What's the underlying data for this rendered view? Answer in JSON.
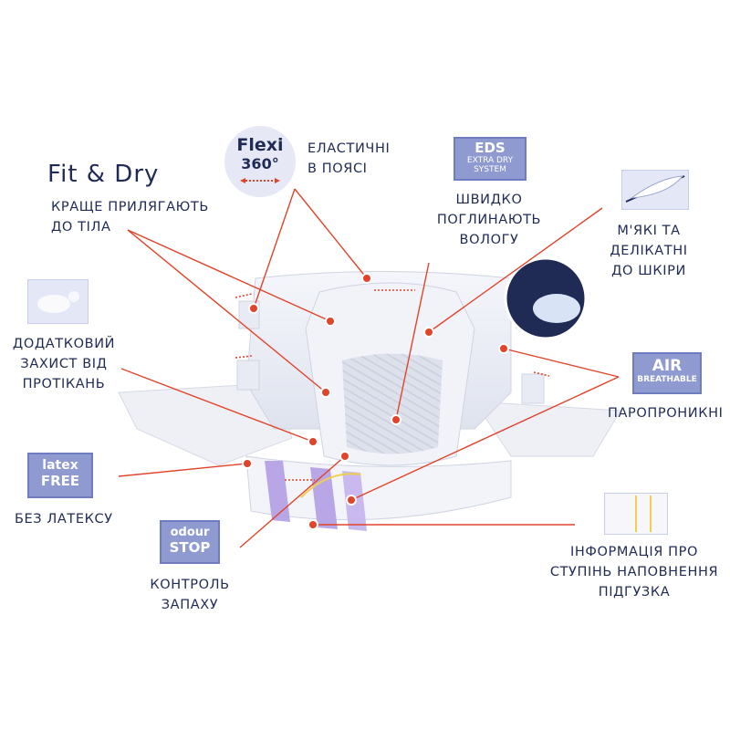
{
  "brand": {
    "fit": "Fit",
    "amp": "&",
    "dry": "Dry"
  },
  "badges": {
    "flexi": {
      "line1": "Flexi",
      "line2": "360°"
    },
    "eds": {
      "line1": "EDS",
      "line2": "EXTRA DRY",
      "line3": "SYSTEM"
    },
    "air": {
      "line1": "AIR",
      "line2": "BREATHABLE"
    },
    "latex": {
      "line1": "latex",
      "line2": "FREE"
    },
    "odour": {
      "line1": "odour",
      "line2": "STOP"
    }
  },
  "labels": {
    "fit": [
      "КРАЩЕ ПРИЛЯГАЮТЬ",
      "ДО ТІЛА"
    ],
    "elastic": [
      "ЕЛАСТИЧНІ",
      "В ПОЯСІ"
    ],
    "absorb": [
      "ШВИДКО",
      "ПОГЛИНАЮТЬ",
      "ВОЛОГУ"
    ],
    "soft": [
      "М'ЯКІ ТА",
      "ДЕЛІКАТНІ",
      "ДО ШКІРИ"
    ],
    "leak": [
      "ДОДАТКОВИЙ",
      "ЗАХИСТ ВІД",
      "ПРОТІКАНЬ"
    ],
    "breathable": "ПАРОПРОНИКНІ",
    "latex": "БЕЗ ЛАТЕКСУ",
    "odour": [
      "КОНТРОЛЬ",
      "ЗАПАХУ"
    ],
    "indicator": [
      "ІНФОРМАЦІЯ ПРО",
      "СТУПІНЬ НАПОВНЕННЯ",
      "ПІДГУЗКА"
    ]
  },
  "colors": {
    "navy": "#1f2a55",
    "badge": "#8e9ad0",
    "line": "#e0442a",
    "lilac": "#b9a6e6"
  }
}
